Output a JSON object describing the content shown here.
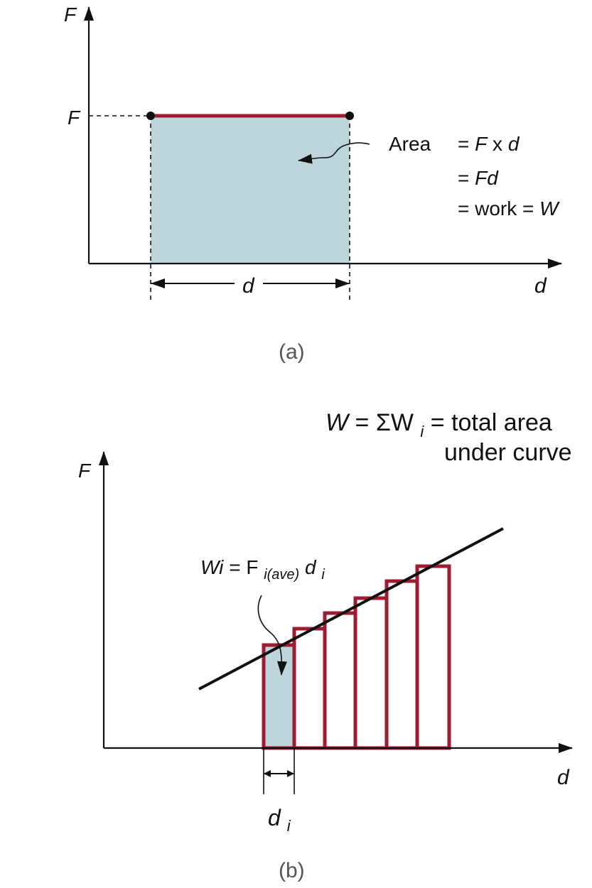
{
  "colors": {
    "fill": "#bcd5da",
    "red": "#9e1b32",
    "ink": "#111111",
    "caption": "#555555"
  },
  "panel_a": {
    "y_axis_label": "F",
    "x_axis_label": "d",
    "force_tick": "F",
    "width_label": "d",
    "area_word": "Area",
    "eq1_prefix": "= ",
    "eq1_f": "F",
    "eq1_x": " x ",
    "eq1_d": "d",
    "eq2_prefix": "= ",
    "eq2_fd": "Fd",
    "eq3_prefix": "= work = ",
    "eq3_w": "W",
    "caption": "(a)"
  },
  "panel_b": {
    "y_axis_label": "F",
    "x_axis_label": "d",
    "total_W": "W",
    "total_eq": " = ΣW",
    "total_sub": "i",
    "total_rest": " = total area",
    "total_line2": "under curve",
    "strip_lhs": "Wi",
    "strip_eq": " = F",
    "strip_sub": "i(ave)",
    "strip_d": "d",
    "strip_d_sub": "i",
    "width_label": "d",
    "width_sub": "i",
    "caption": "(b)"
  }
}
